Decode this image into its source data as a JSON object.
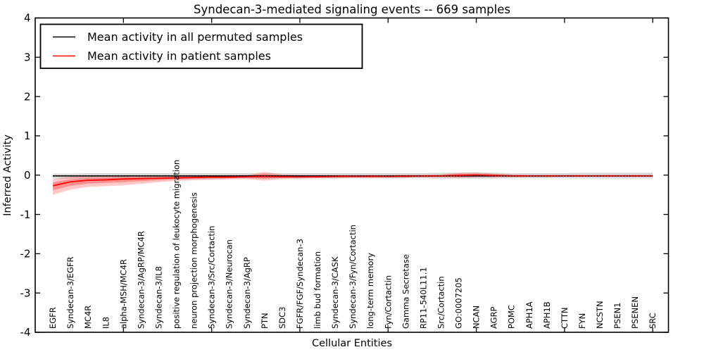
{
  "chart_data": {
    "type": "line",
    "title": "Syndecan-3-mediated signaling events -- 669 samples",
    "xlabel": "Cellular Entities",
    "ylabel": "Inferred Activity",
    "xlim": [
      0,
      35.89
    ],
    "ylim": [
      -4,
      4
    ],
    "yticks": [
      -4,
      -3,
      -2,
      -1,
      0,
      1,
      2,
      3,
      4
    ],
    "xticks": [
      5,
      10,
      15,
      20,
      25,
      30,
      35
    ],
    "grid": false,
    "legend_position": "upper left",
    "categories": [
      "EGFR",
      "Syndecan-3/EGFR",
      "MC4R",
      "IL8",
      "alpha-MSH/MC4R",
      "Syndecan-3/AgRP/MC4R",
      "Syndecan-3/IL8",
      "positive regulation of leukocyte migration",
      "neuron projection morphogenesis",
      "Syndecan-3/Src/Cortactin",
      "Syndecan-3/Neurocan",
      "Syndecan-3/AgRP",
      "PTN",
      "SDC3",
      "FGFR/FGF/Syndecan-3",
      "limb bud formation",
      "Syndecan-3/CASK",
      "Syndecan-3/Fyn/Cortactin",
      "long-term memory",
      "Fyn/Cortactin",
      "Gamma Secretase",
      "RP11-540L11.1",
      "Src/Cortactin",
      "GO:0007205",
      "NCAN",
      "AGRP",
      "POMC",
      "APH1A",
      "APH1B",
      "CTTN",
      "FYN",
      "NCSTN",
      "PSEN1",
      "PSENEN",
      "SRC"
    ],
    "series": [
      {
        "name": "Mean activity in all permuted samples",
        "color": "#000000",
        "band_color": "#d2d2d2",
        "values": [
          -0.02,
          -0.02,
          -0.02,
          -0.02,
          -0.02,
          -0.02,
          -0.02,
          -0.02,
          -0.02,
          -0.02,
          -0.02,
          -0.02,
          -0.02,
          -0.02,
          -0.02,
          -0.02,
          -0.02,
          -0.02,
          -0.02,
          -0.02,
          -0.02,
          -0.02,
          -0.02,
          -0.02,
          -0.02,
          -0.02,
          -0.02,
          -0.02,
          -0.02,
          -0.02,
          -0.02,
          -0.02,
          -0.02,
          -0.02,
          -0.02
        ],
        "band_upper": [
          0.04,
          0.04,
          0.05,
          0.05,
          0.05,
          0.05,
          0.05,
          0.05,
          0.05,
          0.05,
          0.05,
          0.05,
          0.05,
          0.05,
          0.05,
          0.05,
          0.05,
          0.05,
          0.05,
          0.05,
          0.05,
          0.05,
          0.06,
          0.06,
          0.06,
          0.06,
          0.05,
          0.05,
          0.05,
          0.05,
          0.06,
          0.06,
          0.06,
          0.06,
          0.06
        ],
        "band_lower": [
          -0.09,
          -0.09,
          -0.09,
          -0.09,
          -0.09,
          -0.09,
          -0.09,
          -0.08,
          -0.08,
          -0.08,
          -0.08,
          -0.08,
          -0.09,
          -0.08,
          -0.08,
          -0.08,
          -0.08,
          -0.08,
          -0.08,
          -0.08,
          -0.08,
          -0.08,
          -0.09,
          -0.09,
          -0.09,
          -0.09,
          -0.08,
          -0.08,
          -0.08,
          -0.08,
          -0.09,
          -0.09,
          -0.09,
          -0.09,
          -0.09
        ]
      },
      {
        "name": "Mean activity in patient samples",
        "color": "#ff0000",
        "band_color": "#ff0000",
        "values": [
          -0.27,
          -0.17,
          -0.13,
          -0.12,
          -0.1,
          -0.09,
          -0.08,
          -0.07,
          -0.06,
          -0.05,
          -0.05,
          -0.04,
          -0.03,
          -0.04,
          -0.04,
          -0.04,
          -0.03,
          -0.03,
          -0.03,
          -0.03,
          -0.03,
          -0.02,
          -0.02,
          -0.01,
          0.0,
          -0.01,
          -0.02,
          -0.02,
          -0.02,
          -0.02,
          -0.02,
          -0.02,
          -0.02,
          -0.02,
          -0.02
        ],
        "band_upper": [
          -0.1,
          -0.04,
          -0.03,
          -0.03,
          -0.02,
          -0.02,
          -0.02,
          -0.01,
          -0.01,
          -0.01,
          0.0,
          0.0,
          0.08,
          0.02,
          0.0,
          0.0,
          0.0,
          0.0,
          0.0,
          0.0,
          0.01,
          0.01,
          0.02,
          0.06,
          0.07,
          0.04,
          0.02,
          0.01,
          0.01,
          0.01,
          0.01,
          0.01,
          0.01,
          0.01,
          0.01
        ],
        "band_lower": [
          -0.5,
          -0.37,
          -0.3,
          -0.28,
          -0.26,
          -0.22,
          -0.18,
          -0.15,
          -0.13,
          -0.12,
          -0.11,
          -0.1,
          -0.14,
          -0.1,
          -0.09,
          -0.08,
          -0.08,
          -0.07,
          -0.07,
          -0.07,
          -0.06,
          -0.06,
          -0.06,
          -0.07,
          -0.06,
          -0.06,
          -0.05,
          -0.05,
          -0.05,
          -0.04,
          -0.04,
          -0.04,
          -0.04,
          -0.04,
          -0.04
        ]
      }
    ],
    "zero_line": {
      "style": "dotted",
      "color": "#000000",
      "value": -0.02
    }
  }
}
